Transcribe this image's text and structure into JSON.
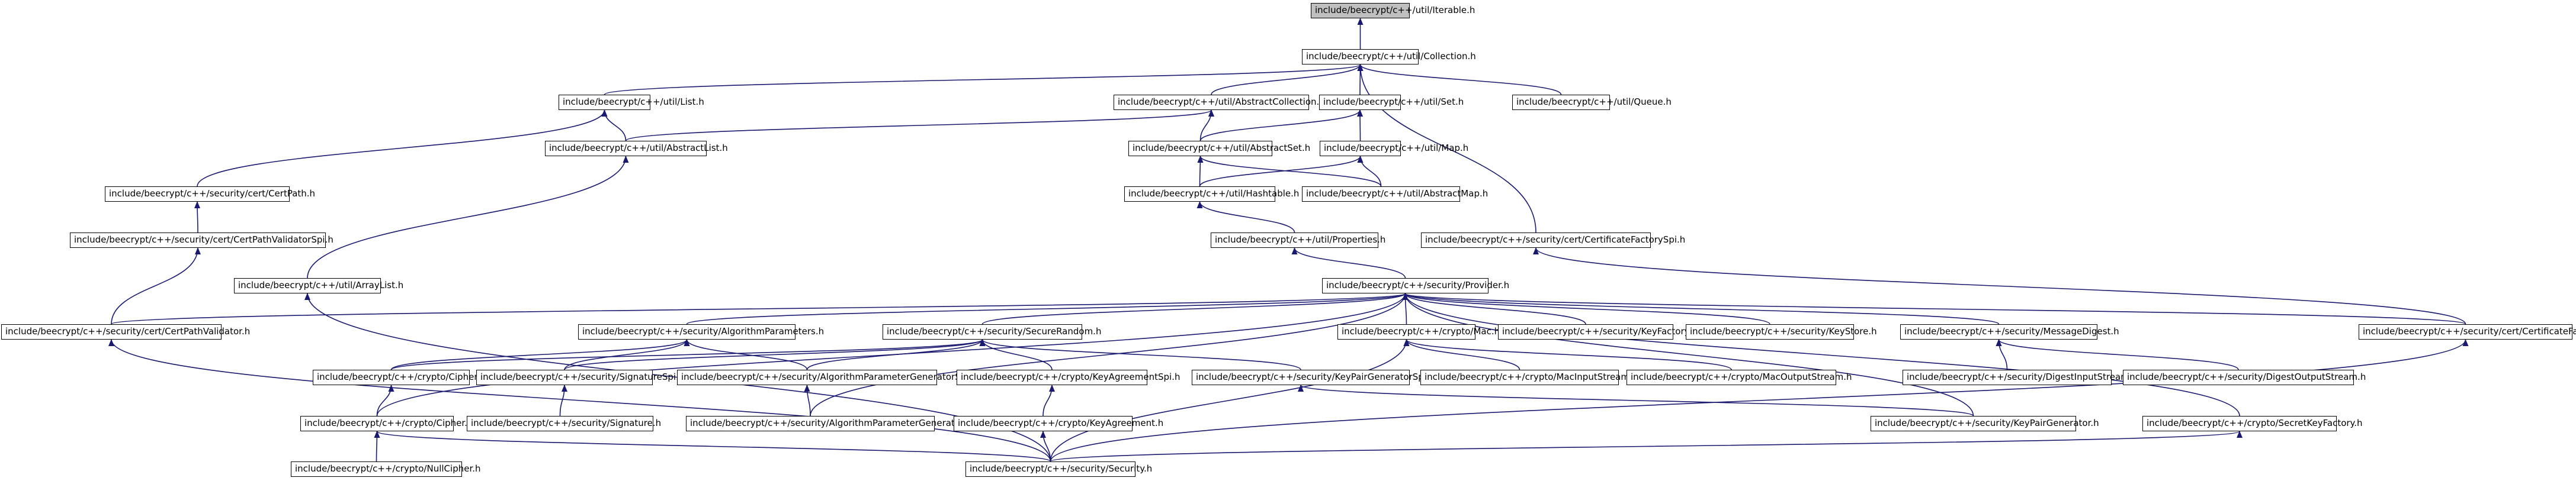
{
  "diagram": {
    "nodes": [
      {
        "id": "iterable",
        "label": "include/beecrypt/c++/util/Iterable.h",
        "root": true
      },
      {
        "id": "collection",
        "label": "include/beecrypt/c++/util/Collection.h"
      },
      {
        "id": "list",
        "label": "include/beecrypt/c++/util/List.h"
      },
      {
        "id": "abstractcollection",
        "label": "include/beecrypt/c++/util/AbstractCollection.h"
      },
      {
        "id": "set",
        "label": "include/beecrypt/c++/util/Set.h"
      },
      {
        "id": "queue",
        "label": "include/beecrypt/c++/util/Queue.h"
      },
      {
        "id": "abstractlist",
        "label": "include/beecrypt/c++/util/AbstractList.h"
      },
      {
        "id": "abstractset",
        "label": "include/beecrypt/c++/util/AbstractSet.h"
      },
      {
        "id": "map",
        "label": "include/beecrypt/c++/util/Map.h"
      },
      {
        "id": "certpath",
        "label": "include/beecrypt/c++/security/cert/CertPath.h"
      },
      {
        "id": "hashtable",
        "label": "include/beecrypt/c++/util/Hashtable.h"
      },
      {
        "id": "abstractmap",
        "label": "include/beecrypt/c++/util/AbstractMap.h"
      },
      {
        "id": "certpathvalidatorspi",
        "label": "include/beecrypt/c++/security/cert/CertPathValidatorSpi.h"
      },
      {
        "id": "properties",
        "label": "include/beecrypt/c++/util/Properties.h"
      },
      {
        "id": "certfactoryspi",
        "label": "include/beecrypt/c++/security/cert/CertificateFactorySpi.h"
      },
      {
        "id": "arraylist",
        "label": "include/beecrypt/c++/util/ArrayList.h"
      },
      {
        "id": "provider",
        "label": "include/beecrypt/c++/security/Provider.h"
      },
      {
        "id": "certpathvalidator",
        "label": "include/beecrypt/c++/security/cert/CertPathValidator.h"
      },
      {
        "id": "algparams",
        "label": "include/beecrypt/c++/security/AlgorithmParameters.h"
      },
      {
        "id": "securerandom",
        "label": "include/beecrypt/c++/security/SecureRandom.h"
      },
      {
        "id": "mac",
        "label": "include/beecrypt/c++/crypto/Mac.h"
      },
      {
        "id": "keyfactory",
        "label": "include/beecrypt/c++/security/KeyFactory.h"
      },
      {
        "id": "keystore",
        "label": "include/beecrypt/c++/security/KeyStore.h"
      },
      {
        "id": "messagedigest",
        "label": "include/beecrypt/c++/security/MessageDigest.h"
      },
      {
        "id": "certfactory",
        "label": "include/beecrypt/c++/security/cert/CertificateFactory.h"
      },
      {
        "id": "cipherspi",
        "label": "include/beecrypt/c++/crypto/CipherSpi.h"
      },
      {
        "id": "signaturespi",
        "label": "include/beecrypt/c++/security/SignatureSpi.h"
      },
      {
        "id": "algparamgenspi",
        "label": "include/beecrypt/c++/security/AlgorithmParameterGeneratorSpi.h"
      },
      {
        "id": "keyagreementspi",
        "label": "include/beecrypt/c++/crypto/KeyAgreementSpi.h"
      },
      {
        "id": "keypairgenspi",
        "label": "include/beecrypt/c++/security/KeyPairGeneratorSpi.h"
      },
      {
        "id": "macinputstream",
        "label": "include/beecrypt/c++/crypto/MacInputStream.h"
      },
      {
        "id": "macoutputstream",
        "label": "include/beecrypt/c++/crypto/MacOutputStream.h"
      },
      {
        "id": "digestinputstream",
        "label": "include/beecrypt/c++/security/DigestInputStream.h"
      },
      {
        "id": "digestoutputstream",
        "label": "include/beecrypt/c++/security/DigestOutputStream.h"
      },
      {
        "id": "cipher",
        "label": "include/beecrypt/c++/crypto/Cipher.h"
      },
      {
        "id": "signature",
        "label": "include/beecrypt/c++/security/Signature.h"
      },
      {
        "id": "algparamgen",
        "label": "include/beecrypt/c++/security/AlgorithmParameterGenerator.h"
      },
      {
        "id": "keyagreement",
        "label": "include/beecrypt/c++/crypto/KeyAgreement.h"
      },
      {
        "id": "keypairgen",
        "label": "include/beecrypt/c++/security/KeyPairGenerator.h"
      },
      {
        "id": "secretkeyfactory",
        "label": "include/beecrypt/c++/crypto/SecretKeyFactory.h"
      },
      {
        "id": "nullcipher",
        "label": "include/beecrypt/c++/crypto/NullCipher.h"
      },
      {
        "id": "security",
        "label": "include/beecrypt/c++/security/Security.h"
      }
    ],
    "edges": [
      [
        "collection",
        "iterable"
      ],
      [
        "list",
        "collection"
      ],
      [
        "abstractcollection",
        "collection"
      ],
      [
        "set",
        "collection"
      ],
      [
        "queue",
        "collection"
      ],
      [
        "certfactoryspi",
        "collection"
      ],
      [
        "certpath",
        "list"
      ],
      [
        "abstractlist",
        "list"
      ],
      [
        "abstractlist",
        "abstractcollection"
      ],
      [
        "abstractset",
        "abstractcollection"
      ],
      [
        "abstractset",
        "set"
      ],
      [
        "map",
        "set"
      ],
      [
        "arraylist",
        "abstractlist"
      ],
      [
        "hashtable",
        "abstractset"
      ],
      [
        "abstractmap",
        "abstractset"
      ],
      [
        "hashtable",
        "map"
      ],
      [
        "abstractmap",
        "map"
      ],
      [
        "certpathvalidatorspi",
        "certpath"
      ],
      [
        "properties",
        "hashtable"
      ],
      [
        "certpathvalidator",
        "certpathvalidatorspi"
      ],
      [
        "provider",
        "properties"
      ],
      [
        "certfactory",
        "certfactoryspi"
      ],
      [
        "security",
        "arraylist"
      ],
      [
        "certpathvalidator",
        "provider"
      ],
      [
        "algparams",
        "provider"
      ],
      [
        "securerandom",
        "provider"
      ],
      [
        "mac",
        "provider"
      ],
      [
        "keyfactory",
        "provider"
      ],
      [
        "keystore",
        "provider"
      ],
      [
        "messagedigest",
        "provider"
      ],
      [
        "certfactory",
        "provider"
      ],
      [
        "cipher",
        "provider"
      ],
      [
        "algparamgen",
        "provider"
      ],
      [
        "keypairgen",
        "provider"
      ],
      [
        "secretkeyfactory",
        "provider"
      ],
      [
        "cipherspi",
        "algparams"
      ],
      [
        "signaturespi",
        "algparams"
      ],
      [
        "algparamgenspi",
        "algparams"
      ],
      [
        "cipherspi",
        "securerandom"
      ],
      [
        "signaturespi",
        "securerandom"
      ],
      [
        "algparamgenspi",
        "securerandom"
      ],
      [
        "keyagreementspi",
        "securerandom"
      ],
      [
        "keypairgenspi",
        "securerandom"
      ],
      [
        "macinputstream",
        "mac"
      ],
      [
        "macoutputstream",
        "mac"
      ],
      [
        "digestinputstream",
        "messagedigest"
      ],
      [
        "digestoutputstream",
        "messagedigest"
      ],
      [
        "cipher",
        "cipherspi"
      ],
      [
        "signature",
        "signaturespi"
      ],
      [
        "algparamgen",
        "algparamgenspi"
      ],
      [
        "keyagreement",
        "keyagreementspi"
      ],
      [
        "keypairgen",
        "keypairgenspi"
      ],
      [
        "nullcipher",
        "cipher"
      ],
      [
        "security",
        "cipher"
      ],
      [
        "security",
        "certpathvalidator"
      ],
      [
        "security",
        "keyagreement"
      ],
      [
        "security",
        "mac"
      ],
      [
        "security",
        "secretkeyfactory"
      ],
      [
        "security",
        "certfactory"
      ]
    ]
  }
}
